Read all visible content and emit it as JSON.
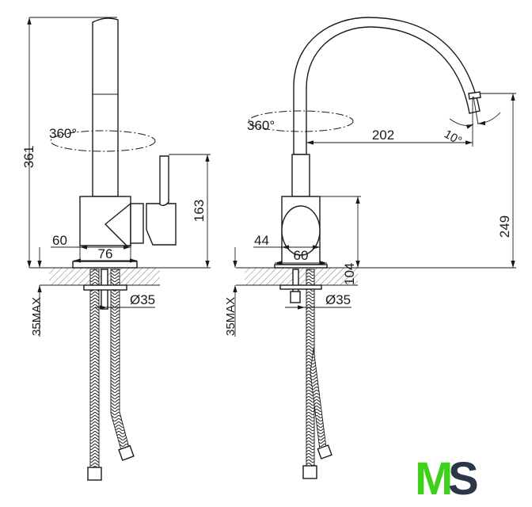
{
  "side_view": {
    "total_height": "361",
    "rotation": "360°",
    "handle_height": "163",
    "body_width": "60",
    "base_width": "76",
    "hole_diameter": "Ø35",
    "counter_max": "35MAX"
  },
  "front_view": {
    "rotation": "360°",
    "spout_tilt": "10°",
    "spout_reach": "202",
    "spout_height": "249",
    "body_height": "104",
    "body_width": "44",
    "base_width": "60",
    "hole_diameter": "Ø35",
    "counter_max": "35MAX"
  },
  "logo": {
    "text_m": "M",
    "text_s": "S",
    "color_m": "#3fd11a",
    "color_s": "#2b3648"
  }
}
